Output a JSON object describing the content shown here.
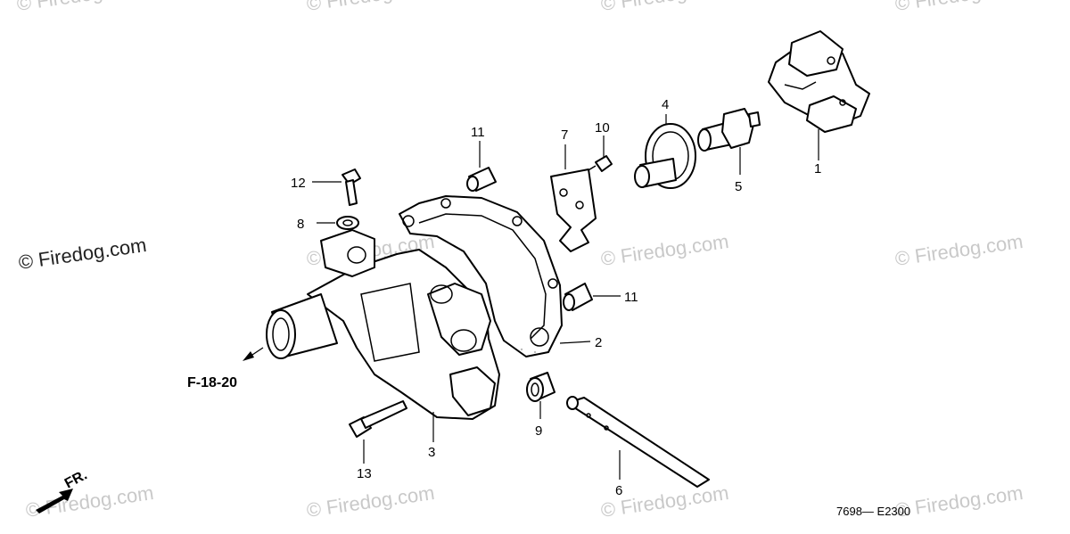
{
  "diagram": {
    "callouts": [
      {
        "id": "1",
        "label": "1"
      },
      {
        "id": "2",
        "label": "2"
      },
      {
        "id": "3",
        "label": "3"
      },
      {
        "id": "4",
        "label": "4"
      },
      {
        "id": "5",
        "label": "5"
      },
      {
        "id": "6",
        "label": "6"
      },
      {
        "id": "7",
        "label": "7"
      },
      {
        "id": "8",
        "label": "8"
      },
      {
        "id": "9",
        "label": "9"
      },
      {
        "id": "10",
        "label": "10"
      },
      {
        "id": "11a",
        "label": "11"
      },
      {
        "id": "11b",
        "label": "11"
      },
      {
        "id": "12",
        "label": "12"
      },
      {
        "id": "13",
        "label": "13"
      }
    ],
    "reference": "F-18-20",
    "front_marker": "FR.",
    "diagram_code": "7698— E2300"
  },
  "watermark": {
    "text": "© Firedog.com"
  }
}
